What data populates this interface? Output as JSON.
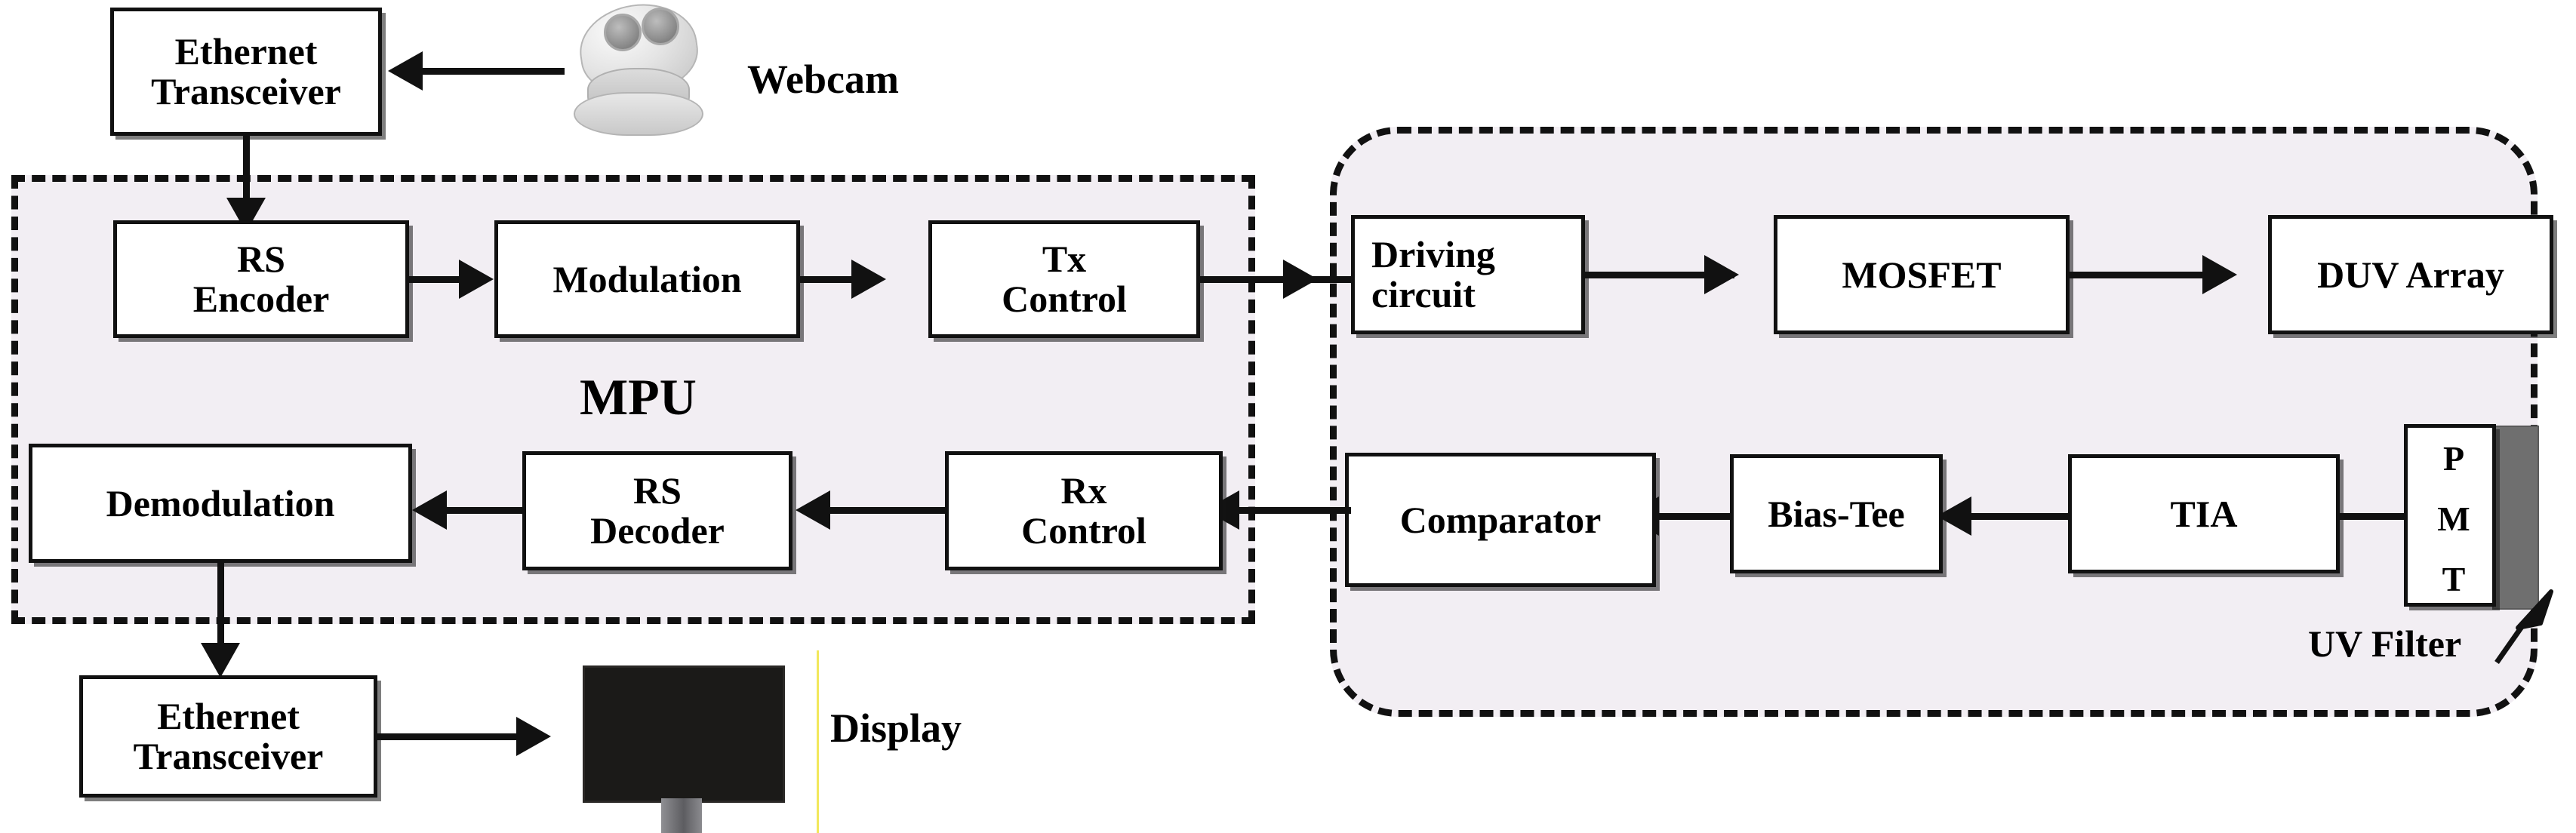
{
  "diagram": {
    "title": "DUV optical wireless communication system block diagram",
    "colors": {
      "container_fill": "#f2eef3",
      "line": "#111111",
      "block_fill": "#ffffff",
      "filter_slab": "#6f6f6f",
      "monitor_screen": "#1b1a18"
    },
    "containers": [
      {
        "name": "mpu",
        "label": "MPU",
        "style": "dashed-rectangle"
      },
      {
        "name": "optical-frontend",
        "label": "",
        "style": "dashed-rounded"
      }
    ],
    "blocks": {
      "eth_top": {
        "line1": "Ethernet",
        "line2": "Transceiver"
      },
      "rs_encoder": {
        "line1": "RS",
        "line2": "Encoder"
      },
      "modulation": {
        "line1": "Modulation",
        "line2": ""
      },
      "tx_control": {
        "line1": "Tx",
        "line2": "Control"
      },
      "driving_circuit": {
        "line1": "Driving",
        "line2": "circuit"
      },
      "mosfet": {
        "line1": "MOSFET",
        "line2": ""
      },
      "duv_array": {
        "line1": "DUV Array",
        "line2": ""
      },
      "pmt": {
        "l1": "P",
        "l2": "M",
        "l3": "T"
      },
      "tia": {
        "line1": "TIA",
        "line2": ""
      },
      "bias_tee": {
        "line1": "Bias-Tee",
        "line2": ""
      },
      "comparator": {
        "line1": "Comparator",
        "line2": ""
      },
      "rx_control": {
        "line1": "Rx",
        "line2": "Control"
      },
      "rs_decoder": {
        "line1": "RS",
        "line2": "Decoder"
      },
      "demodulation": {
        "line1": "Demodulation",
        "line2": ""
      },
      "eth_bottom": {
        "line1": "Ethernet",
        "line2": "Transceiver"
      }
    },
    "labels": {
      "mpu": "MPU",
      "webcam": "Webcam",
      "display": "Display",
      "uv_filter": "UV Filter"
    },
    "icons": {
      "webcam": "dome-camera-icon",
      "display": "monitor-icon",
      "filter": "uv-filter-slab-icon"
    },
    "flow": {
      "transmit_chain": [
        "Webcam",
        "Ethernet Transceiver",
        "RS Encoder",
        "Modulation",
        "Tx Control",
        "Driving circuit",
        "MOSFET",
        "DUV Array"
      ],
      "receive_chain": [
        "PMT",
        "TIA",
        "Bias-Tee",
        "Comparator",
        "Rx Control",
        "RS Decoder",
        "Demodulation",
        "Ethernet Transceiver",
        "Display"
      ]
    }
  }
}
